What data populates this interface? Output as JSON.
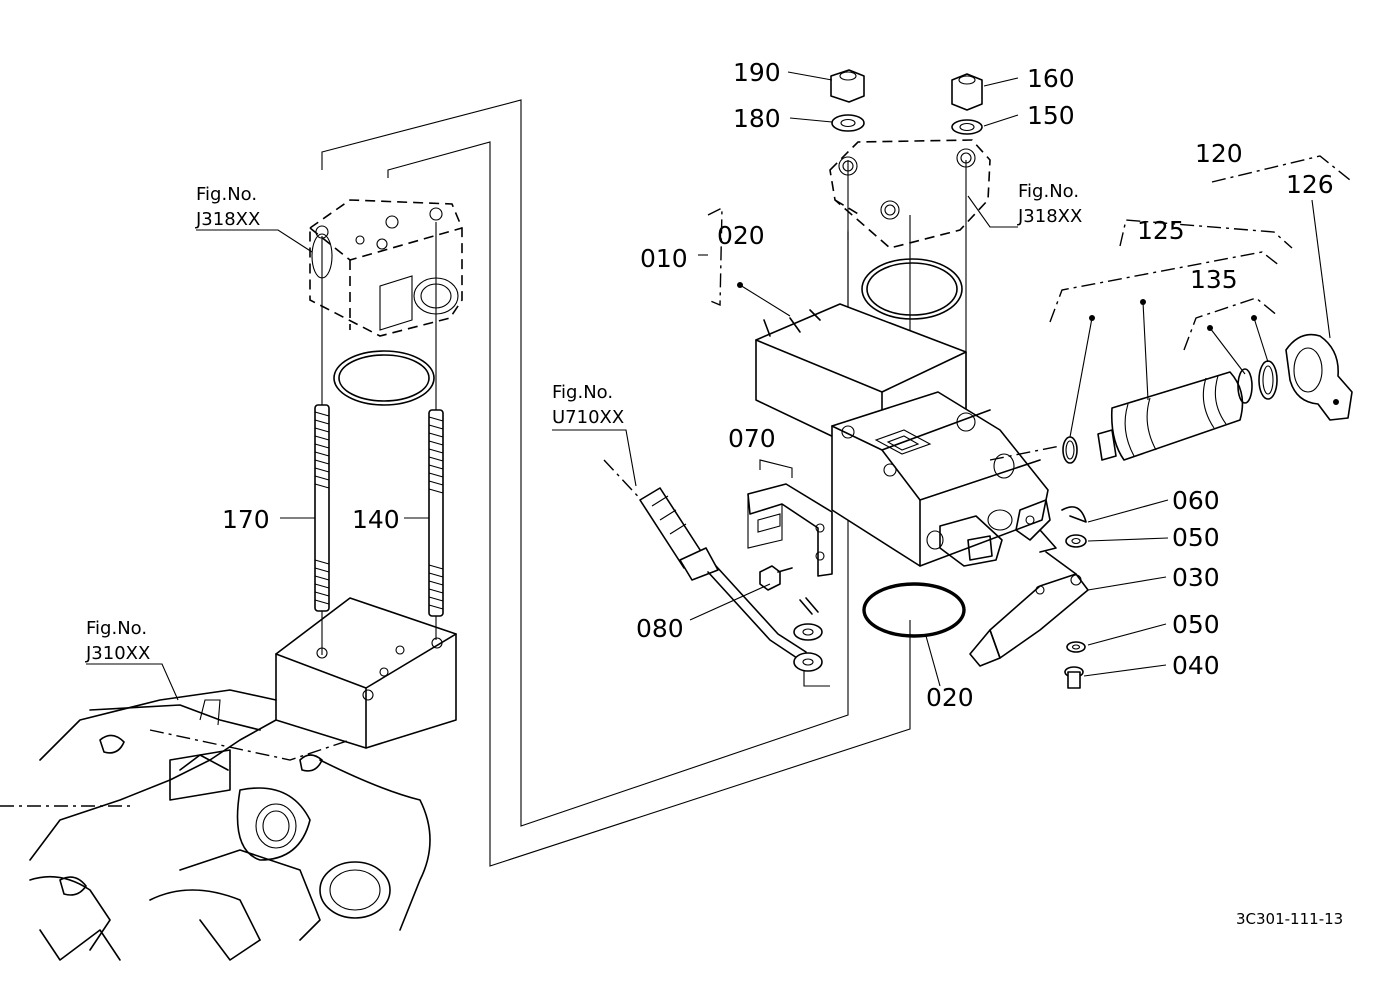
{
  "callouts": {
    "p190": "190",
    "p180": "180",
    "p160": "160",
    "p150": "150",
    "p120": "120",
    "p126": "126",
    "p125": "125",
    "p135": "135",
    "p010": "010",
    "p020_top": "020",
    "p020_bottom": "020",
    "p070": "070",
    "p080": "080",
    "p060": "060",
    "p050_top": "050",
    "p030": "030",
    "p050_bottom": "050",
    "p040": "040",
    "p170": "170",
    "p140": "140"
  },
  "figure_refs": {
    "ref_left_top": {
      "line1": "Fig.No.",
      "line2": "J318XX"
    },
    "ref_right_top": {
      "line1": "Fig.No.",
      "line2": "J318XX"
    },
    "ref_cable": {
      "line1": "Fig.No.",
      "line2": "U710XX"
    },
    "ref_housing": {
      "line1": "Fig.No.",
      "line2": "J310XX"
    }
  },
  "drawing_code": "3C301-111-13"
}
